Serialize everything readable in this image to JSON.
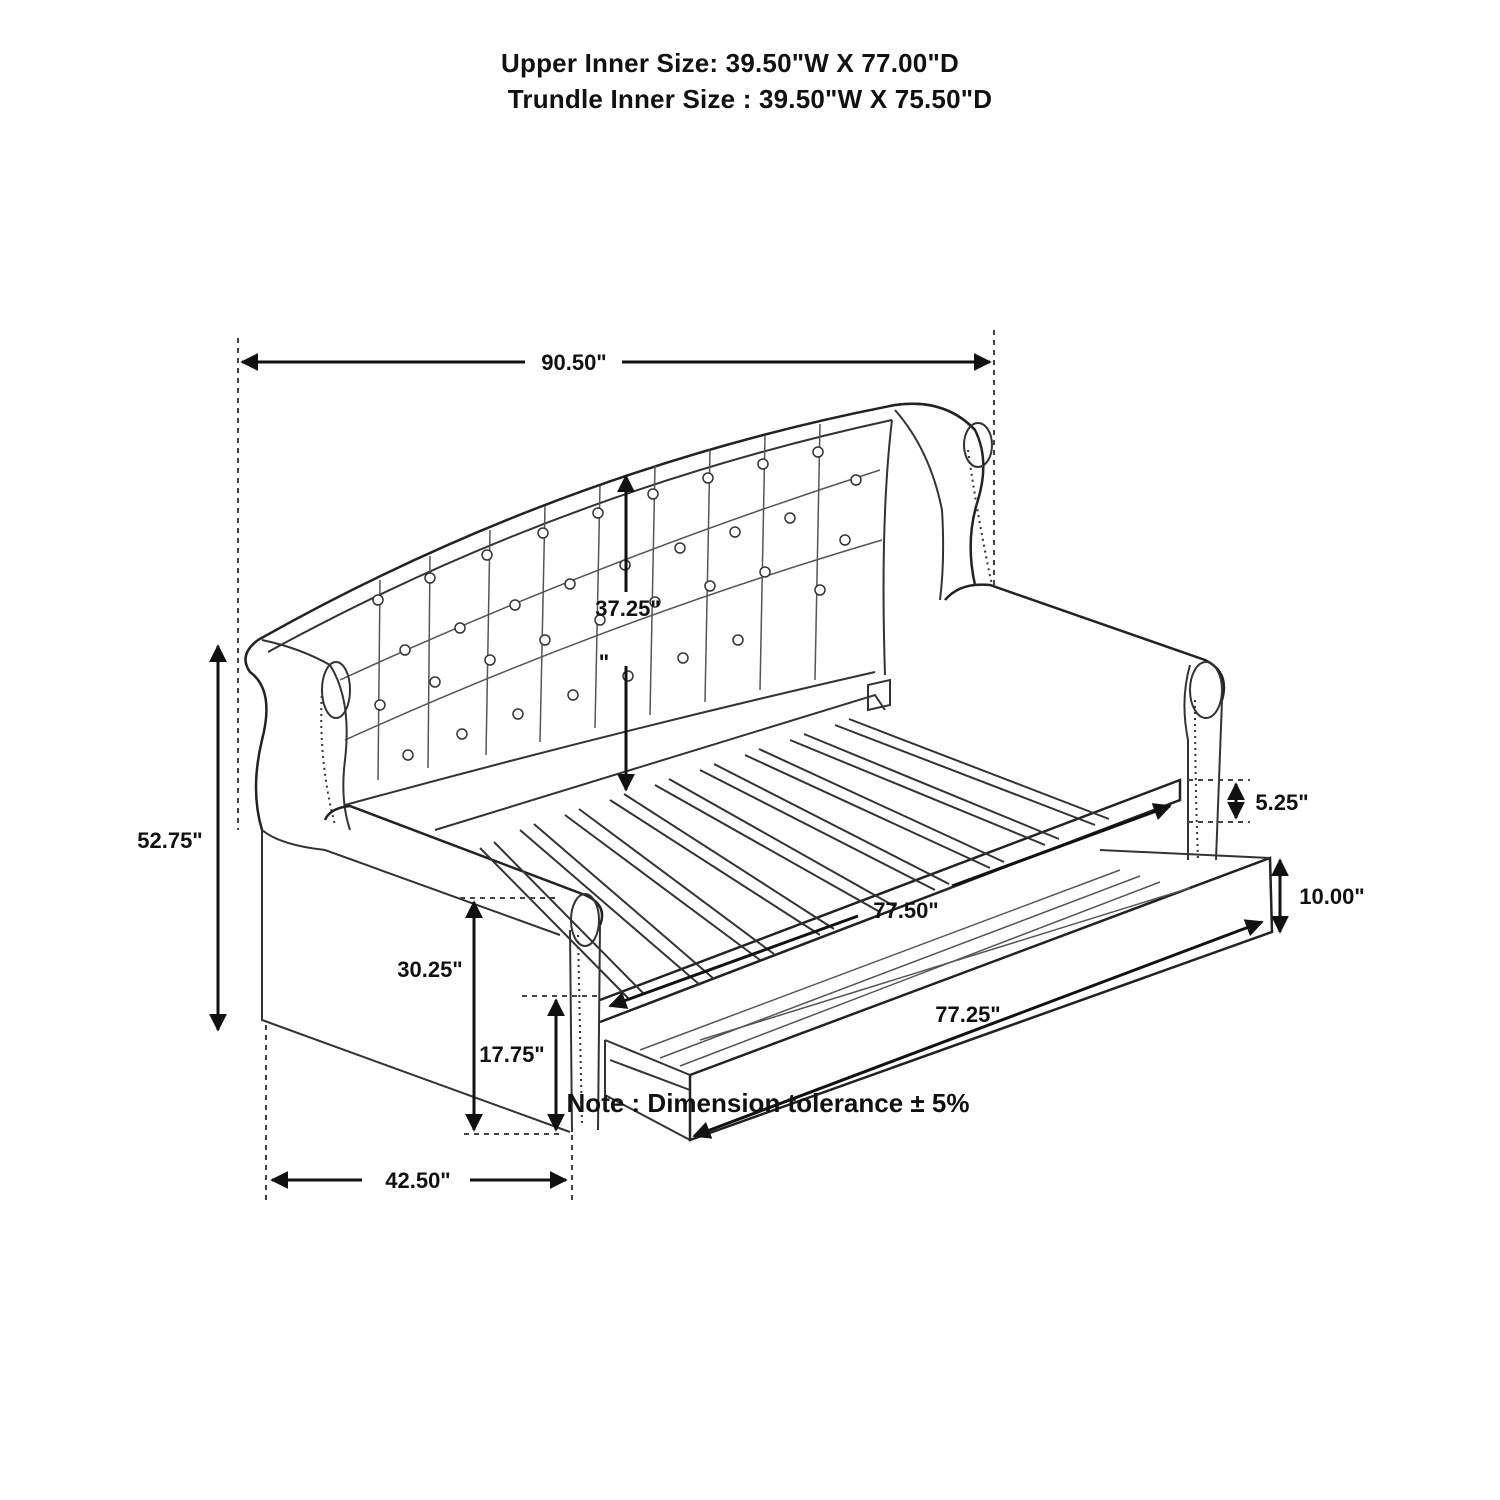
{
  "header": {
    "upper_inner_size": "Upper Inner Size: 39.50\"W X 77.00\"D",
    "trundle_inner_size": "Trundle Inner Size : 39.50\"W X 75.50\"D"
  },
  "dimensions": {
    "overall_width": "90.50\"",
    "back_height": "37.25\"",
    "stray_mark": "\"",
    "overall_height": "52.75\"",
    "rail_height": "5.25\"",
    "trundle_height": "10.00\"",
    "upper_length": "77.50\"",
    "arm_height": "30.25\"",
    "trundle_length": "77.25\"",
    "seat_height": "17.75\"",
    "overall_depth": "42.50\""
  },
  "note": "Note : Dimension tolerance ± 5%"
}
